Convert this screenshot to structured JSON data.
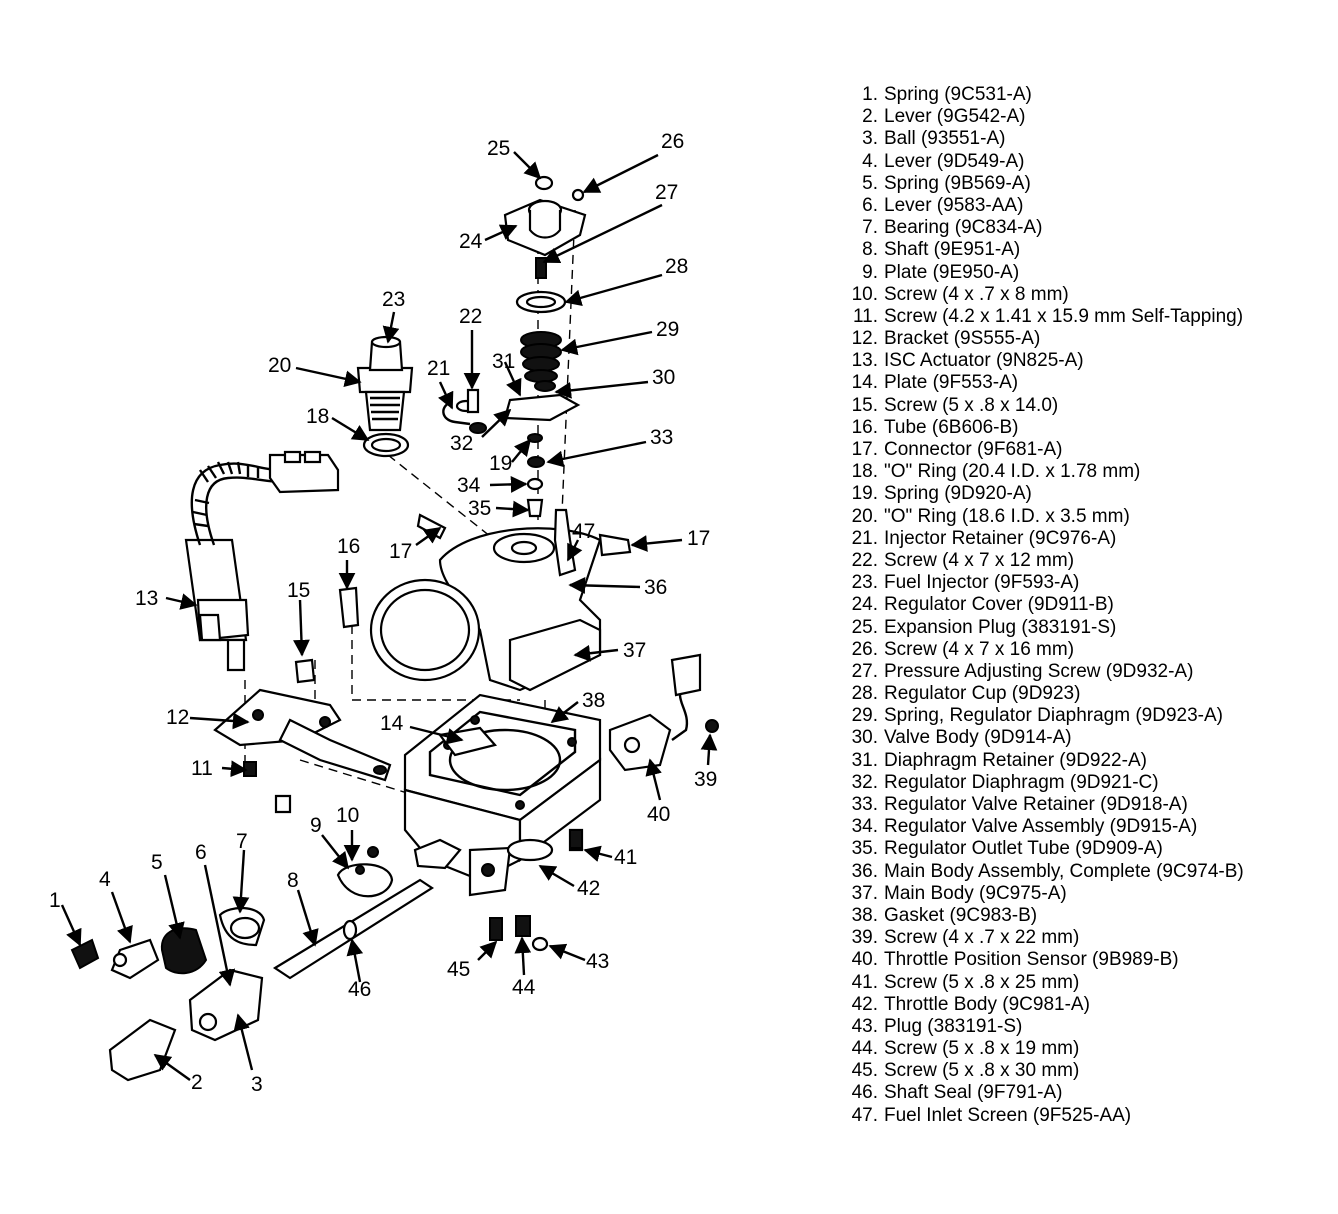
{
  "callouts": [
    {
      "n": "1"
    },
    {
      "n": "2"
    },
    {
      "n": "3"
    },
    {
      "n": "4"
    },
    {
      "n": "5"
    },
    {
      "n": "6"
    },
    {
      "n": "7"
    },
    {
      "n": "8"
    },
    {
      "n": "9"
    },
    {
      "n": "10"
    },
    {
      "n": "11"
    },
    {
      "n": "12"
    },
    {
      "n": "13"
    },
    {
      "n": "14"
    },
    {
      "n": "15"
    },
    {
      "n": "16"
    },
    {
      "n": "17"
    },
    {
      "n": "17"
    },
    {
      "n": "18"
    },
    {
      "n": "19"
    },
    {
      "n": "20"
    },
    {
      "n": "21"
    },
    {
      "n": "22"
    },
    {
      "n": "23"
    },
    {
      "n": "24"
    },
    {
      "n": "25"
    },
    {
      "n": "26"
    },
    {
      "n": "27"
    },
    {
      "n": "28"
    },
    {
      "n": "29"
    },
    {
      "n": "30"
    },
    {
      "n": "31"
    },
    {
      "n": "32"
    },
    {
      "n": "33"
    },
    {
      "n": "34"
    },
    {
      "n": "35"
    },
    {
      "n": "36"
    },
    {
      "n": "37"
    },
    {
      "n": "38"
    },
    {
      "n": "39"
    },
    {
      "n": "40"
    },
    {
      "n": "41"
    },
    {
      "n": "42"
    },
    {
      "n": "43"
    },
    {
      "n": "44"
    },
    {
      "n": "45"
    },
    {
      "n": "46"
    },
    {
      "n": "47"
    }
  ],
  "legend": [
    {
      "num": "1.",
      "label": "Spring (9C531-A)"
    },
    {
      "num": "2.",
      "label": "Lever (9G542-A)"
    },
    {
      "num": "3.",
      "label": "Ball (93551-A)"
    },
    {
      "num": "4.",
      "label": "Lever (9D549-A)"
    },
    {
      "num": "5.",
      "label": "Spring (9B569-A)"
    },
    {
      "num": "6.",
      "label": "Lever (9583-AA)"
    },
    {
      "num": "7.",
      "label": "Bearing (9C834-A)"
    },
    {
      "num": "8.",
      "label": "Shaft (9E951-A)"
    },
    {
      "num": "9.",
      "label": "Plate (9E950-A)"
    },
    {
      "num": "10.",
      "label": "Screw (4 x .7 x 8 mm)"
    },
    {
      "num": "11.",
      "label": "Screw (4.2 x 1.41 x 15.9 mm Self-Tapping)"
    },
    {
      "num": "12.",
      "label": "Bracket (9S555-A)"
    },
    {
      "num": "13.",
      "label": "ISC Actuator (9N825-A)"
    },
    {
      "num": "14.",
      "label": "Plate (9F553-A)"
    },
    {
      "num": "15.",
      "label": "Screw (5 x .8 x 14.0)"
    },
    {
      "num": "16.",
      "label": "Tube (6B606-B)"
    },
    {
      "num": "17.",
      "label": "Connector (9F681-A)"
    },
    {
      "num": "18.",
      "label": "\"O\" Ring (20.4 I.D. x 1.78 mm)"
    },
    {
      "num": "19.",
      "label": "Spring (9D920-A)"
    },
    {
      "num": "20.",
      "label": "\"O\" Ring (18.6 I.D. x 3.5 mm)"
    },
    {
      "num": "21.",
      "label": "Injector Retainer (9C976-A)"
    },
    {
      "num": "22.",
      "label": "Screw (4 x 7 x 12 mm)"
    },
    {
      "num": "23.",
      "label": "Fuel Injector (9F593-A)"
    },
    {
      "num": "24.",
      "label": "Regulator Cover (9D911-B)"
    },
    {
      "num": "25.",
      "label": "Expansion Plug (383191-S)"
    },
    {
      "num": "26.",
      "label": "Screw (4 x 7 x 16 mm)"
    },
    {
      "num": "27.",
      "label": "Pressure Adjusting Screw (9D932-A)"
    },
    {
      "num": "28.",
      "label": "Regulator Cup (9D923)"
    },
    {
      "num": "29.",
      "label": "Spring, Regulator Diaphragm (9D923-A)"
    },
    {
      "num": "30.",
      "label": "Valve Body (9D914-A)"
    },
    {
      "num": "31.",
      "label": "Diaphragm Retainer (9D922-A)"
    },
    {
      "num": "32.",
      "label": "Regulator Diaphragm (9D921-C)"
    },
    {
      "num": "33.",
      "label": "Regulator Valve Retainer (9D918-A)"
    },
    {
      "num": "34.",
      "label": "Regulator Valve Assembly (9D915-A)"
    },
    {
      "num": "35.",
      "label": "Regulator Outlet Tube (9D909-A)"
    },
    {
      "num": "36.",
      "label": "Main Body Assembly, Complete (9C974-B)"
    },
    {
      "num": "37.",
      "label": "Main Body (9C975-A)"
    },
    {
      "num": "38.",
      "label": "Gasket (9C983-B)"
    },
    {
      "num": "39.",
      "label": "Screw (4 x .7 x 22 mm)"
    },
    {
      "num": "40.",
      "label": "Throttle Position Sensor (9B989-B)"
    },
    {
      "num": "41.",
      "label": "Screw (5 x .8 x 25 mm)"
    },
    {
      "num": "42.",
      "label": "Throttle Body (9C981-A)"
    },
    {
      "num": "43.",
      "label": "Plug (383191-S)"
    },
    {
      "num": "44.",
      "label": "Screw (5 x .8 x 19 mm)"
    },
    {
      "num": "45.",
      "label": "Screw (5 x .8 x 30 mm)"
    },
    {
      "num": "46.",
      "label": "Shaft Seal (9F791-A)"
    },
    {
      "num": "47.",
      "label": "Fuel Inlet Screen (9F525-AA)"
    }
  ]
}
